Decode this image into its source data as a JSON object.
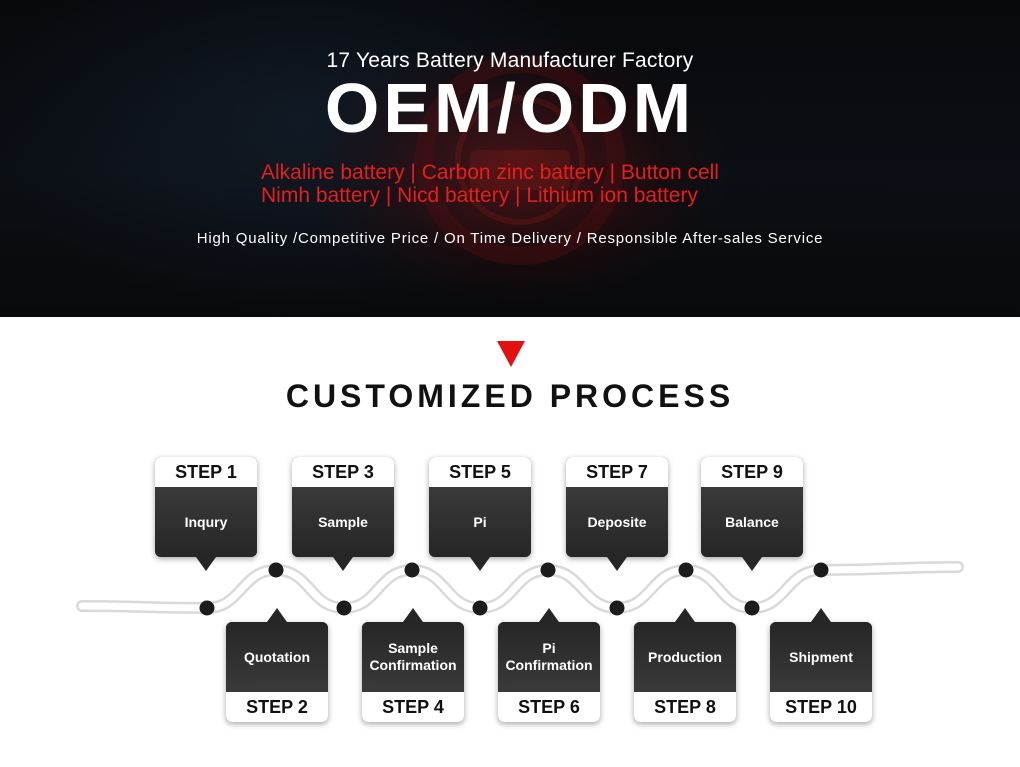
{
  "banner": {
    "subtitle": "17 Years Battery Manufacturer Factory",
    "headline": "OEM/ODM",
    "battery_types_line1": "Alkaline battery | Carbon zinc battery | Button cell",
    "battery_types_line2": "Nimh battery | Nicd battery | Lithium ion battery",
    "tagline": "High Quality /Competitive Price / On Time Delivery / Responsible After-sales Service"
  },
  "process": {
    "title": "CUSTOMIZED PROCESS",
    "top_steps": [
      {
        "step": "STEP 1",
        "label": "Inqury"
      },
      {
        "step": "STEP 3",
        "label": "Sample"
      },
      {
        "step": "STEP 5",
        "label": "Pi"
      },
      {
        "step": "STEP 7",
        "label": "Deposite"
      },
      {
        "step": "STEP 9",
        "label": "Balance"
      }
    ],
    "bottom_steps": [
      {
        "step": "STEP 2",
        "label": "Quotation"
      },
      {
        "step": "STEP 4",
        "label": "Sample\nConfirmation"
      },
      {
        "step": "STEP 6",
        "label": "Pi\nConfirmation"
      },
      {
        "step": "STEP 8",
        "label": "Production"
      },
      {
        "step": "STEP 10",
        "label": "Shipment"
      }
    ]
  },
  "colors": {
    "accent_red": "#e3100f",
    "card_dark": "#2f2f2f",
    "banner_bg": "#0b0f14"
  },
  "icons": {
    "process_pointer": "down-triangle-arrow-icon"
  }
}
